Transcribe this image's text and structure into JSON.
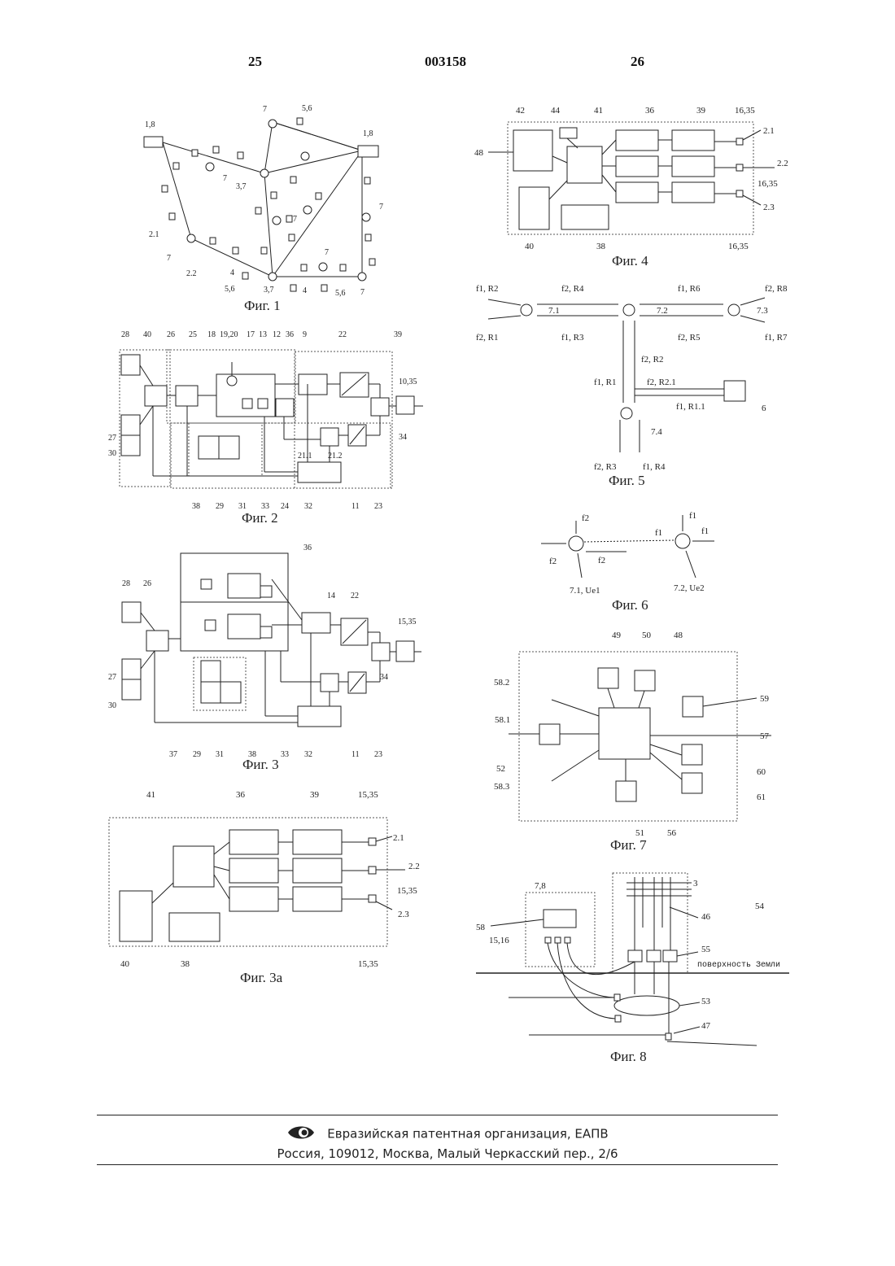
{
  "header": {
    "page_left": "25",
    "doc_number": "003158",
    "page_right": "26"
  },
  "figures": {
    "fig1": {
      "caption": "Фиг. 1",
      "labels": {
        "n18a": "1,8",
        "n18b": "1,8",
        "n7a": "7",
        "n56a": "5,6",
        "n37a": "3,7",
        "n7b": "7",
        "n7c": "7",
        "n21": "2.1",
        "n7d": "7",
        "n22": "2.2",
        "n4a": "4",
        "n56b": "5,6",
        "n37b": "3,7",
        "n7e": "7",
        "n4b": "4",
        "n56c": "5,6",
        "n7f": "7",
        "n7g": "7"
      }
    },
    "fig2": {
      "caption": "Фиг. 2",
      "labels": {
        "l28": "28",
        "l40": "40",
        "l26": "26",
        "l25": "25",
        "l18": "18",
        "l1920": "19,20",
        "l17": "17",
        "l13": "13",
        "l12": "12",
        "l36": "36",
        "l9": "9",
        "l22": "22",
        "l39": "39",
        "l1035": "10,35",
        "l27": "27",
        "l30": "30",
        "l34": "34",
        "l211": "21.1",
        "l212": "21.2",
        "l38": "38",
        "l29": "29",
        "l31": "31",
        "l33": "33",
        "l24": "24",
        "l32": "32",
        "l11": "11",
        "l23": "23"
      }
    },
    "fig3": {
      "caption": "Фиг. 3",
      "labels": {
        "l36": "36",
        "l28": "28",
        "l26": "26",
        "l14": "14",
        "l22": "22",
        "l1535": "15,35",
        "l27": "27",
        "l30": "30",
        "l34": "34",
        "l37": "37",
        "l29": "29",
        "l31": "31",
        "l38": "38",
        "l33": "33",
        "l32": "32",
        "l11": "11",
        "l23": "23"
      }
    },
    "fig3a": {
      "caption": "Фиг. 3а",
      "labels": {
        "l41": "41",
        "l36": "36",
        "l39": "39",
        "l1535": "15,35",
        "l21": "2.1",
        "l22": "2.2",
        "l1535b": "15,35",
        "l23": "2.3",
        "l40": "40",
        "l38": "38",
        "l1535c": "15,35"
      }
    },
    "fig4": {
      "caption": "Фиг. 4",
      "labels": {
        "l42": "42",
        "l44": "44",
        "l41": "41",
        "l36": "36",
        "l39": "39",
        "l1635": "16,35",
        "l48": "48",
        "l21": "2.1",
        "l22": "2.2",
        "l1635b": "16,35",
        "l23": "2.3",
        "l40": "40",
        "l38": "38",
        "l1635c": "16,35"
      }
    },
    "fig5": {
      "caption": "Фиг. 5",
      "labels": {
        "f1r2": "f1, R2",
        "f2r4": "f2, R4",
        "f1r6": "f1, R6",
        "f2r8": "f2, R8",
        "n71": "7.1",
        "n72": "7.2",
        "n73": "7.3",
        "f2r1": "f2, R1",
        "f1r3": "f1, R3",
        "f2r5": "f2, R5",
        "f1r7": "f1, R7",
        "f2r2": "f2, R2",
        "f1r1": "f1, R1",
        "f2r21": "f2, R2.1",
        "n6": "6",
        "f1r11": "f1, R1.1",
        "n74": "7.4",
        "f2r3": "f2, R3",
        "f1r4": "f1, R4"
      }
    },
    "fig6": {
      "caption": "Фиг. 6",
      "labels": {
        "f2a": "f2",
        "f1a": "f1",
        "f1b": "f1",
        "f1c": "f1",
        "f2b": "f2",
        "f2c": "f2",
        "ue1": "7.1, Ue1",
        "ue2": "7.2, Ue2"
      }
    },
    "fig7": {
      "caption": "Фиг. 7",
      "labels": {
        "l49": "49",
        "l50": "50",
        "l48": "48",
        "l582": "58.2",
        "l59": "59",
        "l581": "58.1",
        "l57": "57",
        "l52": "52",
        "l60": "60",
        "l583": "58.3",
        "l61": "61",
        "l51": "51",
        "l56": "56"
      }
    },
    "fig8": {
      "caption": "Фиг. 8",
      "labels": {
        "l78": "7,8",
        "l3": "3",
        "l54": "54",
        "l58": "58",
        "l46": "46",
        "l1516": "15,16",
        "l55": "55",
        "surface": "поверхность Земли",
        "l53": "53",
        "l47": "47"
      }
    }
  },
  "footer": {
    "org": "Евразийская патентная организация, ЕАПВ",
    "address": "Россия, 109012, Москва, Малый Черкасский пер., 2/6"
  }
}
